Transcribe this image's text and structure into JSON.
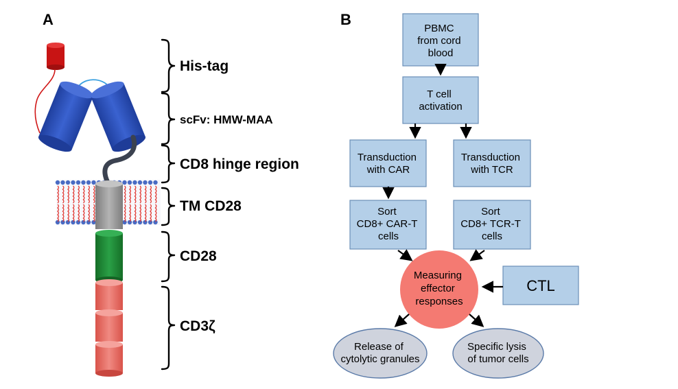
{
  "panel_a": {
    "letter": "A",
    "labels": {
      "his_tag": "His-tag",
      "scfv": "scFv: HMW-MAA",
      "hinge": "CD8 hinge region",
      "tm": "TM CD28",
      "cd28": "CD28",
      "cd3z": "CD3ζ"
    }
  },
  "panel_b": {
    "letter": "B",
    "boxes": {
      "pbmc": [
        "PBMC",
        "from cord",
        "blood"
      ],
      "activation": [
        "T cell",
        "activation"
      ],
      "trans_car": [
        "Transduction",
        "with CAR"
      ],
      "trans_tcr": [
        "Transduction",
        "with TCR"
      ],
      "sort_car": [
        "Sort",
        "CD8+ CAR-T",
        "cells"
      ],
      "sort_tcr": [
        "Sort",
        "CD8+ TCR-T",
        "cells"
      ],
      "ctl": "CTL"
    },
    "center": [
      "Measuring",
      "effector",
      "responses"
    ],
    "outputs": {
      "release": [
        "Release of",
        "cytolytic granules"
      ],
      "lysis": [
        "Specific lysis",
        "of tumor cells"
      ]
    }
  },
  "colors": {
    "box_fill": "#b4cfe8",
    "box_stroke": "#6a8fb7",
    "center_fill": "#f47a72",
    "oval_fill": "#cfd3dd",
    "oval_stroke": "#5a7aa8",
    "scfv_blue": "#2a4fb8",
    "his_red": "#d01818",
    "tm_gray": "#9a9a9a",
    "cd28_green": "#1e8a34",
    "cd3z_red": "#e8675e"
  }
}
